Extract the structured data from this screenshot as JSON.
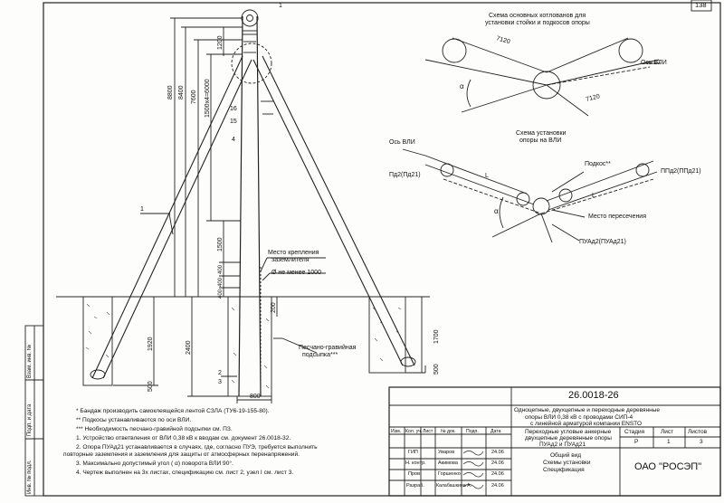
{
  "page_number": "138",
  "dims": {
    "d8800": "8800",
    "d8400": "8400",
    "d7600": "7600",
    "d1500x4": "1500x4=6000",
    "d1200": "1200",
    "d1500": "1500",
    "d400a": "400",
    "d400b": "400",
    "d400c": "400",
    "d1920": "1920",
    "d2400": "2400",
    "d500a": "500",
    "d500b": "500",
    "d1700": "1700",
    "d200": "200",
    "d800": "800",
    "d7120a": "7120",
    "d7120b": "7120",
    "alpha": "α",
    "L1": "L",
    "L2": "L"
  },
  "markers": {
    "m1": "1",
    "m1b": "1",
    "m4": "4",
    "m15": "15",
    "m16": "16",
    "m2": "2",
    "m3": "3"
  },
  "labels": {
    "earthing_place": "Место крепления",
    "earthing_place2": "заземлителя",
    "min_dia": "Ø не менее 1000",
    "sand_gravel": "Песчано-гравийная",
    "sand_gravel2": "подсыпка***",
    "scheme_pits_1": "Схема основных котлованов для",
    "scheme_pits_2": "установки стойки и подкосов опоры",
    "axis_vli_1": "Ось ВЛИ",
    "scheme_install_1": "Схема установки",
    "scheme_install_2": "опоры на ВЛИ",
    "axis_vli_2": "Ось ВЛИ",
    "pd2": "Пд2(Пд21)",
    "podkos": "Подкос**",
    "ppd2": "ППд2(ППд21)",
    "mesto_peresech": "Место пересечения",
    "puad2": "ПУАд2(ПУАд21)"
  },
  "notes": [
    "* Бандаж производить самоклеящейся лентой СЗЛА (ТУ6-19-155-80).",
    "** Подкосы устанавливаются по оси ВЛИ.",
    "*** Необходимость песчано-гравийной подсыпки см. ПЗ.",
    "1. Устройство ответвления от ВЛИ 0,38 кВ к вводам см. документ 26.0018-32.",
    "2. Опора ПУАд21 устанавливается в случаях, где, согласно ПУЭ, требуется выполнить",
    "повторные заземления и заземления для защиты от атмосферных перенапряжений.",
    "3. Максимально допустимый угол ( α) поворота ВЛИ 90°.",
    "4. Чертеж выполнен на 3х листах, спецификацию см. лист 2, узел I см. лист 3."
  ],
  "side_stamp": {
    "inv_no": "Инв. № подл.",
    "sign_date": "Подп. и дата",
    "vzam": "Взам. инв. №"
  },
  "title_block": {
    "doc_code": "26.0018-26",
    "title_1": "Одноцепные, двухцепные и переходные деревянные",
    "title_2": "опоры ВЛИ 0,38 кВ с проводами СИП-4",
    "title_3": "с линейной арматурой компании ENSTO",
    "sub_1": "Переходные угловые анкерные",
    "sub_2": "двухцепные деревянные опоры",
    "sub_3": "ПУАд2 и ПУАд21",
    "stage_h": "Стадия",
    "sheet_h": "Лист",
    "sheets_h": "Листов",
    "stage": "Р",
    "sheet": "1",
    "sheets": "3",
    "view_1": "Общий вид",
    "view_2": "Схемы установки",
    "view_3": "Спецификация",
    "company": "ОАО \"РОСЭП\"",
    "col_izm": "Изм.",
    "col_kol": "Кол. уч.",
    "col_list": "Лист",
    "col_doc": "№ док.",
    "col_podp": "Подп.",
    "col_data": "Дата",
    "r1_role": "ГИП",
    "r1_name": "Уваров",
    "r1_date": "24.06",
    "r2_role": "Н. контр.",
    "r2_name": "Акимова",
    "r2_date": "24.06",
    "r3_role": "Пров.",
    "r3_name": "Горшенко",
    "r3_date": "24.06",
    "r4_role": "Разраб.",
    "r4_name": "Калабашкина А.",
    "r4_date": "24.06"
  }
}
